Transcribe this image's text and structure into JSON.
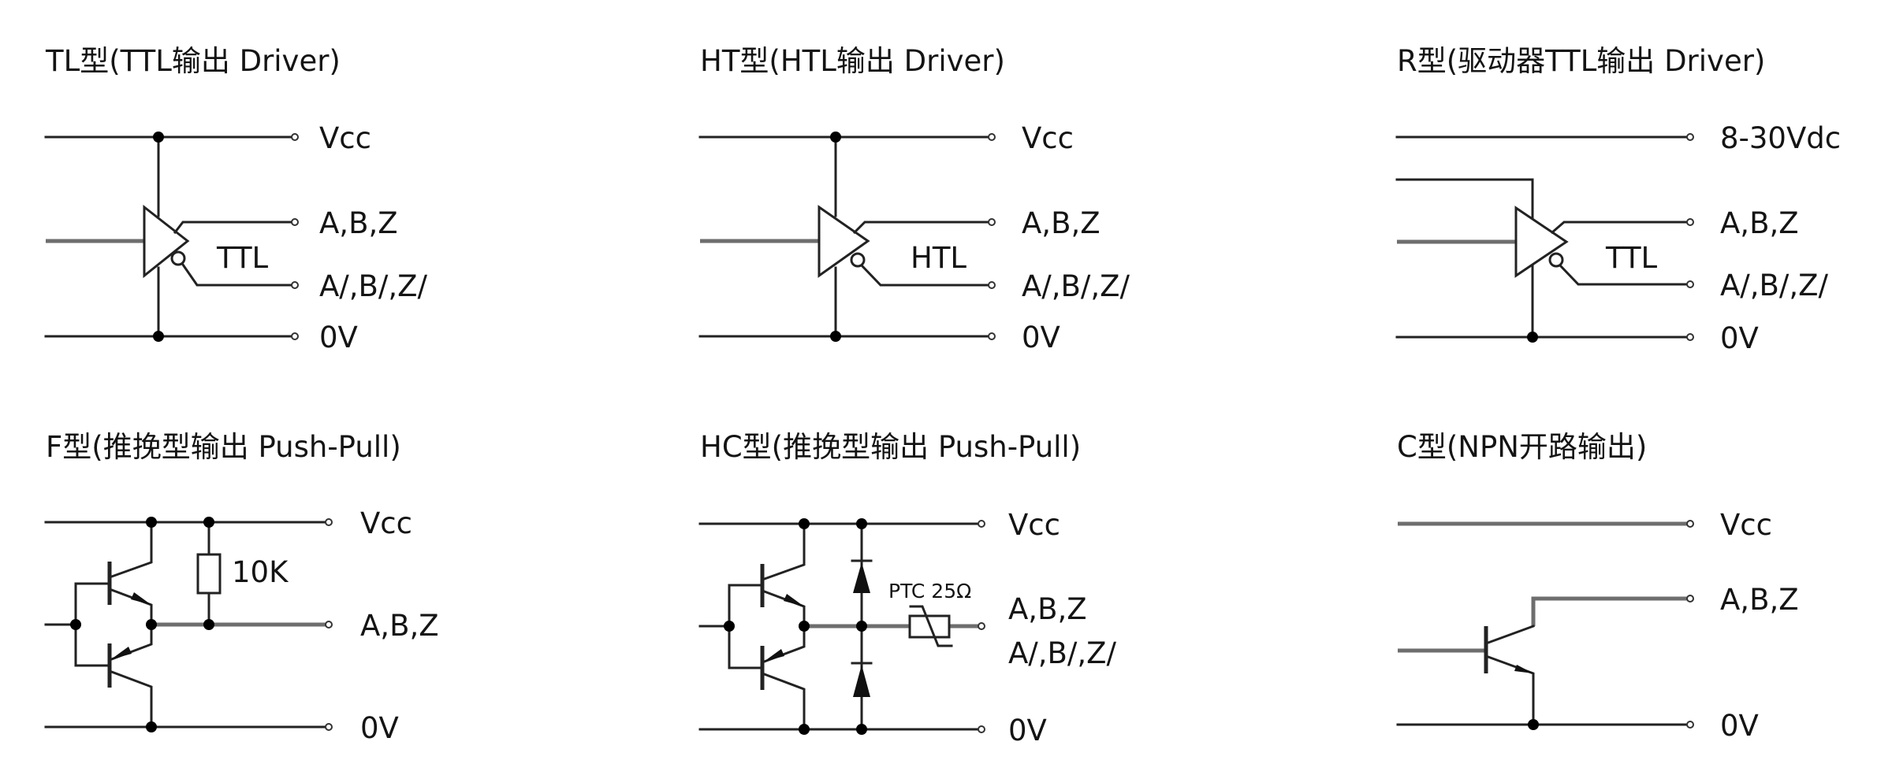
{
  "diagrams": {
    "tl": {
      "title": "TL型(TTL输出 Driver)",
      "driver_label": "TTL",
      "terminals": [
        "Vcc",
        "A,B,Z",
        "A/,B/,Z/",
        "0V"
      ]
    },
    "ht": {
      "title": "HT型(HTL输出 Driver)",
      "driver_label": "HTL",
      "terminals": [
        "Vcc",
        "A,B,Z",
        "A/,B/,Z/",
        "0V"
      ]
    },
    "r": {
      "title": "R型(驱动器TTL输出 Driver)",
      "driver_label": "TTL",
      "terminals": [
        "8-30Vdc",
        "A,B,Z",
        "A/,B/,Z/",
        "0V"
      ]
    },
    "f": {
      "title": "F型(推挽型输出 Push-Pull)",
      "resistor_label": "10K",
      "terminals": [
        "Vcc",
        "A,B,Z",
        "0V"
      ]
    },
    "hc": {
      "title": "HC型(推挽型输出 Push-Pull)",
      "ptc_label": "PTC 25Ω",
      "terminals": [
        "Vcc",
        "A,B,Z",
        "A/,B/,Z/",
        "0V"
      ]
    },
    "c": {
      "title": "C型(NPN开路输出)",
      "terminals": [
        "Vcc",
        "A,B,Z",
        "0V"
      ]
    }
  },
  "colors": {
    "wire": "#222222",
    "wire_gray": "#6e6e6e",
    "text": "#141414",
    "background": "#ffffff"
  }
}
